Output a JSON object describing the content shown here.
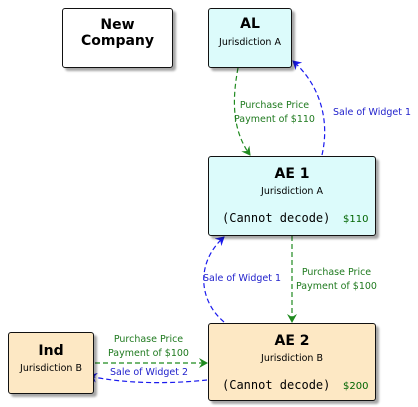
{
  "nodes": {
    "new_company": {
      "title": "New Company"
    },
    "al": {
      "title": "AL",
      "sub": "Jurisdiction A"
    },
    "ae1": {
      "title": "AE 1",
      "sub": "Jurisdiction A",
      "cannot_decode": "(Cannot decode)",
      "amount": "$110"
    },
    "ae2": {
      "title": "AE 2",
      "sub": "Jurisdiction B",
      "cannot_decode": "(Cannot decode)",
      "amount": "$200"
    },
    "ind": {
      "title": "Ind",
      "sub": "Jurisdiction B"
    }
  },
  "edges": {
    "al_to_ae1": {
      "line1": "Purchase Price",
      "line2": "Payment of $110"
    },
    "ae1_to_al": {
      "label": "Sale of Widget 1"
    },
    "ae2_to_ae1": {
      "label": "Sale of Widget 1"
    },
    "ae1_to_ae2": {
      "line1": "Purchase Price",
      "line2": "Payment of $100"
    },
    "ind_to_ae2": {
      "line1": "Purchase Price",
      "line2": "Payment of $100"
    },
    "ae2_to_ind": {
      "label": "Sale of Widget 2"
    }
  },
  "colors": {
    "cyan_fill": "#dcfbfb",
    "tan_fill": "#fde8c4",
    "white_fill": "#ffffff",
    "payment_arrow": "#1f8a1f",
    "widget_arrow": "#1a1aee",
    "amount_text": "#006400"
  }
}
